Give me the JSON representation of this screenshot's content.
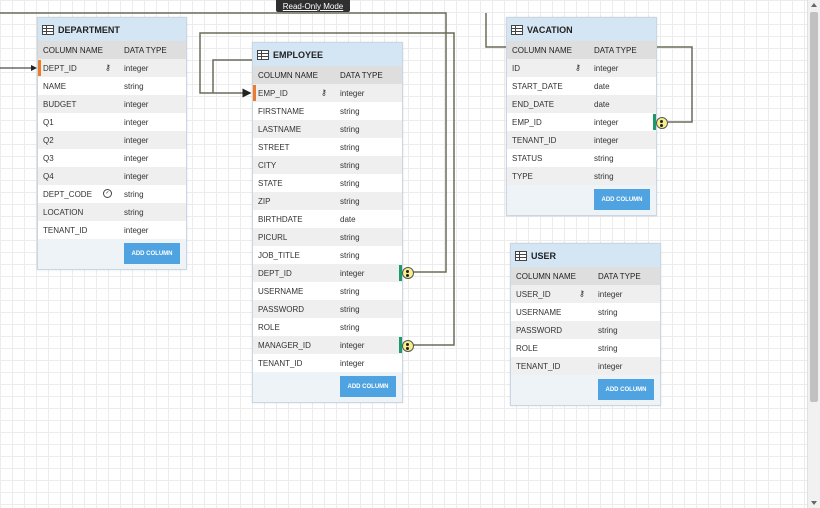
{
  "banner": {
    "label": "Read-Only Mode"
  },
  "colors": {
    "primary_key": "#f07a2c",
    "foreign_key": "#1d9a6c",
    "button": "#4fa3e0",
    "header": "#d4e5f3"
  },
  "tables": {
    "department": {
      "title": "DEPARTMENT",
      "col_name_header": "COLUMN NAME",
      "col_type_header": "DATA TYPE",
      "add_label": "ADD COLUMN",
      "rows": [
        {
          "name": "DEPT_ID",
          "type": "integer"
        },
        {
          "name": "NAME",
          "type": "string"
        },
        {
          "name": "BUDGET",
          "type": "integer"
        },
        {
          "name": "Q1",
          "type": "integer"
        },
        {
          "name": "Q2",
          "type": "integer"
        },
        {
          "name": "Q3",
          "type": "integer"
        },
        {
          "name": "Q4",
          "type": "integer"
        },
        {
          "name": "DEPT_CODE",
          "type": "string"
        },
        {
          "name": "LOCATION",
          "type": "string"
        },
        {
          "name": "TENANT_ID",
          "type": "integer"
        }
      ]
    },
    "employee": {
      "title": "EMPLOYEE",
      "col_name_header": "COLUMN NAME",
      "col_type_header": "DATA TYPE",
      "add_label": "ADD COLUMN",
      "rows": [
        {
          "name": "EMP_ID",
          "type": "integer"
        },
        {
          "name": "FIRSTNAME",
          "type": "string"
        },
        {
          "name": "LASTNAME",
          "type": "string"
        },
        {
          "name": "STREET",
          "type": "string"
        },
        {
          "name": "CITY",
          "type": "string"
        },
        {
          "name": "STATE",
          "type": "string"
        },
        {
          "name": "ZIP",
          "type": "string"
        },
        {
          "name": "BIRTHDATE",
          "type": "date"
        },
        {
          "name": "PICURL",
          "type": "string"
        },
        {
          "name": "JOB_TITLE",
          "type": "string"
        },
        {
          "name": "DEPT_ID",
          "type": "integer"
        },
        {
          "name": "USERNAME",
          "type": "string"
        },
        {
          "name": "PASSWORD",
          "type": "string"
        },
        {
          "name": "ROLE",
          "type": "string"
        },
        {
          "name": "MANAGER_ID",
          "type": "integer"
        },
        {
          "name": "TENANT_ID",
          "type": "integer"
        }
      ]
    },
    "vacation": {
      "title": "VACATION",
      "col_name_header": "COLUMN NAME",
      "col_type_header": "DATA TYPE",
      "add_label": "ADD COLUMN",
      "rows": [
        {
          "name": "ID",
          "type": "integer"
        },
        {
          "name": "START_DATE",
          "type": "date"
        },
        {
          "name": "END_DATE",
          "type": "date"
        },
        {
          "name": "EMP_ID",
          "type": "integer"
        },
        {
          "name": "TENANT_ID",
          "type": "integer"
        },
        {
          "name": "STATUS",
          "type": "string"
        },
        {
          "name": "TYPE",
          "type": "string"
        }
      ]
    },
    "user": {
      "title": "USER",
      "col_name_header": "COLUMN NAME",
      "col_type_header": "DATA TYPE",
      "add_label": "ADD COLUMN",
      "rows": [
        {
          "name": "USER_ID",
          "type": "integer"
        },
        {
          "name": "USERNAME",
          "type": "string"
        },
        {
          "name": "PASSWORD",
          "type": "string"
        },
        {
          "name": "ROLE",
          "type": "string"
        },
        {
          "name": "TENANT_ID",
          "type": "integer"
        }
      ]
    }
  }
}
